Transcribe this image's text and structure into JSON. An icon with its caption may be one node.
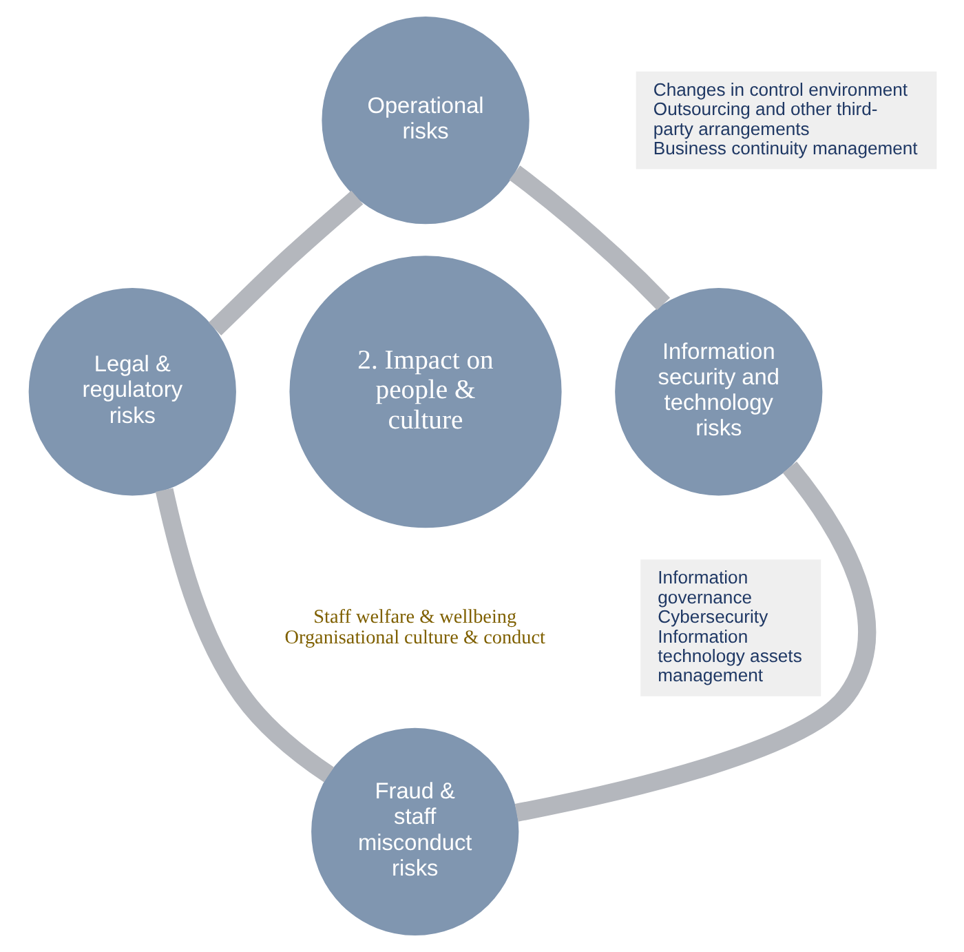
{
  "diagram": {
    "nodes": [
      {
        "text": [
          "Operational risks"
        ]
      },
      {
        "text": [
          "Changes in control environment",
          "Outsourcing and other third-party arrangements",
          "Business continuity management"
        ]
      },
      {
        "text": [
          "2. Impact on people & culture"
        ]
      },
      {
        "text": [
          "Legal & regulatory risks"
        ]
      },
      {
        "text": [
          "Information security and technology risks"
        ]
      },
      {
        "text": [
          "Information governance",
          "Cybersecurity",
          "Information technology assets management"
        ]
      },
      {
        "text": [
          "Fraud & staff misconduct risks"
        ]
      }
    ],
    "edges": [
      {
        "from": 0,
        "to": 4,
        "arrow": "none"
      },
      {
        "from": 4,
        "to": 6,
        "arrow": "none"
      },
      {
        "from": 6,
        "to": 3,
        "arrow": "none"
      },
      {
        "from": 3,
        "to": 0,
        "arrow": "none"
      }
    ],
    "labels": [
      "Staff welfare & wellbeing",
      "Organisational culture & conduct"
    ]
  }
}
